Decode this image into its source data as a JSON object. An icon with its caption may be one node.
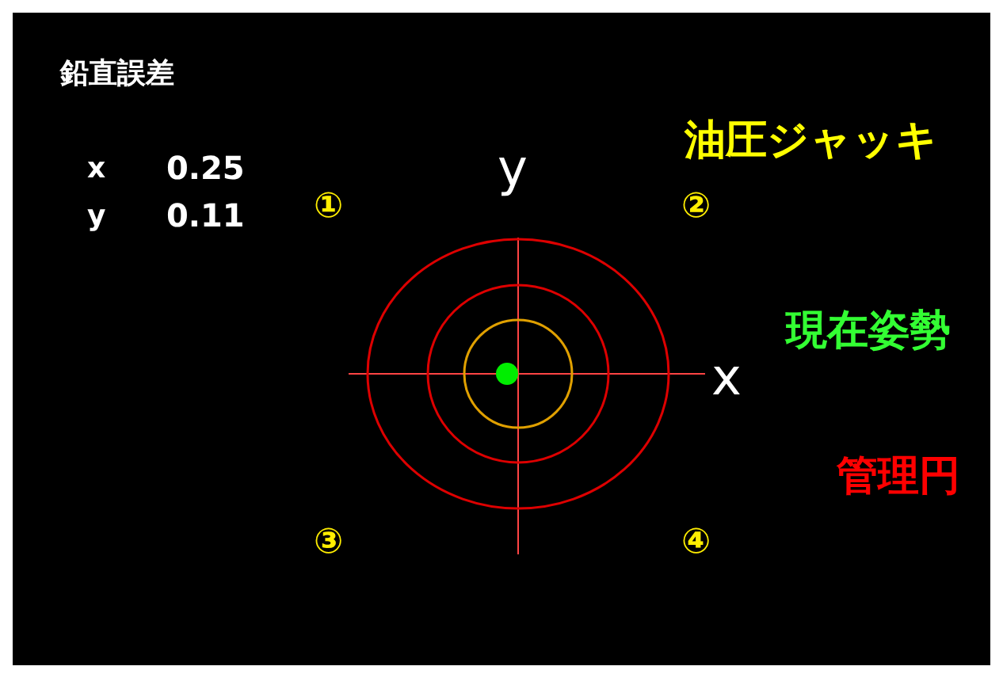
{
  "diagram": {
    "title": "鉛直誤差",
    "labels": [
      "x",
      "0.25",
      "y",
      "0.11",
      "①",
      "y",
      "②",
      "x",
      "③",
      "④"
    ],
    "legend": [
      {
        "text": "油圧ジャッキ",
        "color": "#ffff00"
      },
      {
        "text": "現在姿勢",
        "color": "#33ff33"
      },
      {
        "text": "管理円",
        "color": "#ff0000"
      }
    ]
  }
}
